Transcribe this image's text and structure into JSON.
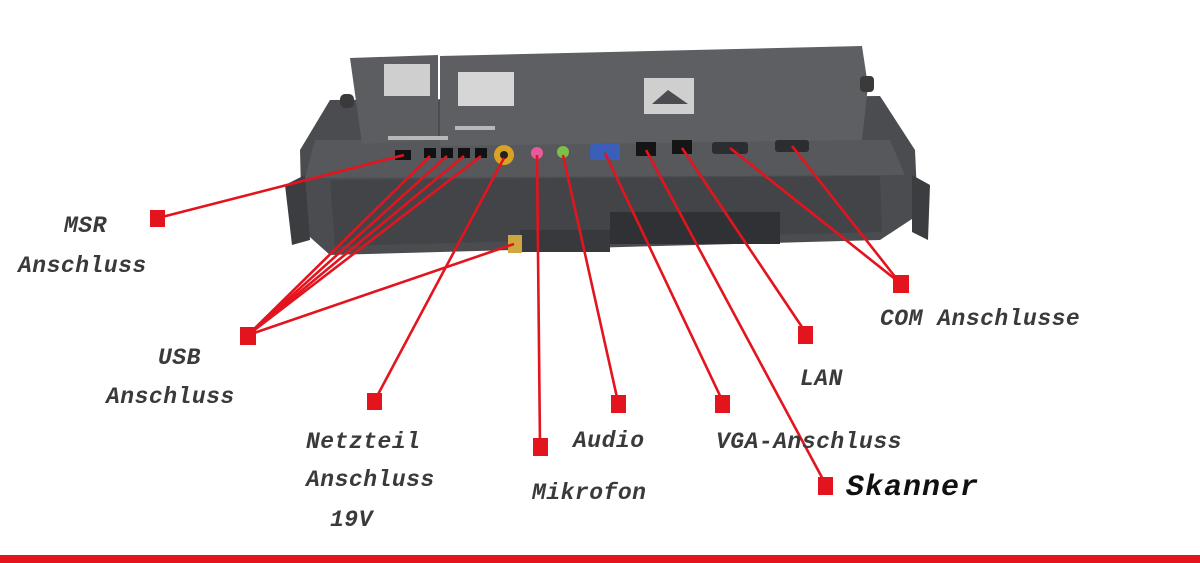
{
  "labels": {
    "msr_line1": "MSR",
    "msr_line2": "Anschluss",
    "usb_line1": "USB",
    "usb_line2": "Anschluss",
    "psu_line1": "Netzteil",
    "psu_line2": "Anschluss",
    "psu_line3": "19V",
    "mic": "Mikrofon",
    "audio": "Audio",
    "vga": "VGA-Anschluss",
    "scanner": "Skanner",
    "lan": "LAN",
    "com": "COM Anschlusse"
  },
  "colors": {
    "callout": "#e3141e",
    "text": "#3a3a3a",
    "device_body": "#4a4c50",
    "device_panel": "#5b5d61",
    "background": "#ffffff"
  },
  "icons": {
    "device": "pos-terminal-rear-ports-photo",
    "marker": "red-square-marker"
  }
}
